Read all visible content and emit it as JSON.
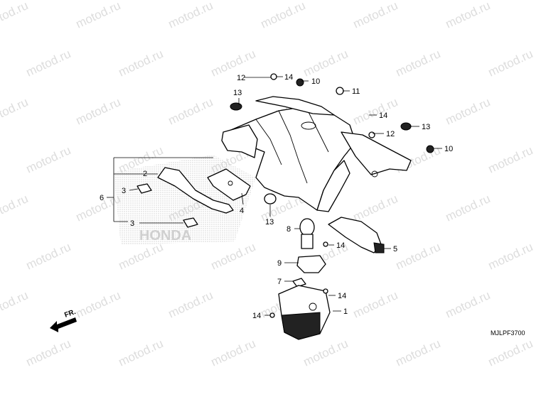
{
  "watermark": "motod.ru",
  "diagram_code": "MJLPF3700",
  "direction_label": "FR.",
  "callouts": {
    "c1": "1",
    "c2": "2",
    "c3a": "3",
    "c3b": "3",
    "c4": "4",
    "c5": "5",
    "c6": "6",
    "c7": "7",
    "c8": "8",
    "c9": "9",
    "c10a": "10",
    "c10b": "10",
    "c11": "11",
    "c12a": "12",
    "c12b": "12",
    "c13a": "13",
    "c13b": "13",
    "c13c": "13",
    "c14a": "14",
    "c14b": "14",
    "c14c": "14",
    "c14d": "14",
    "c14e": "14"
  }
}
